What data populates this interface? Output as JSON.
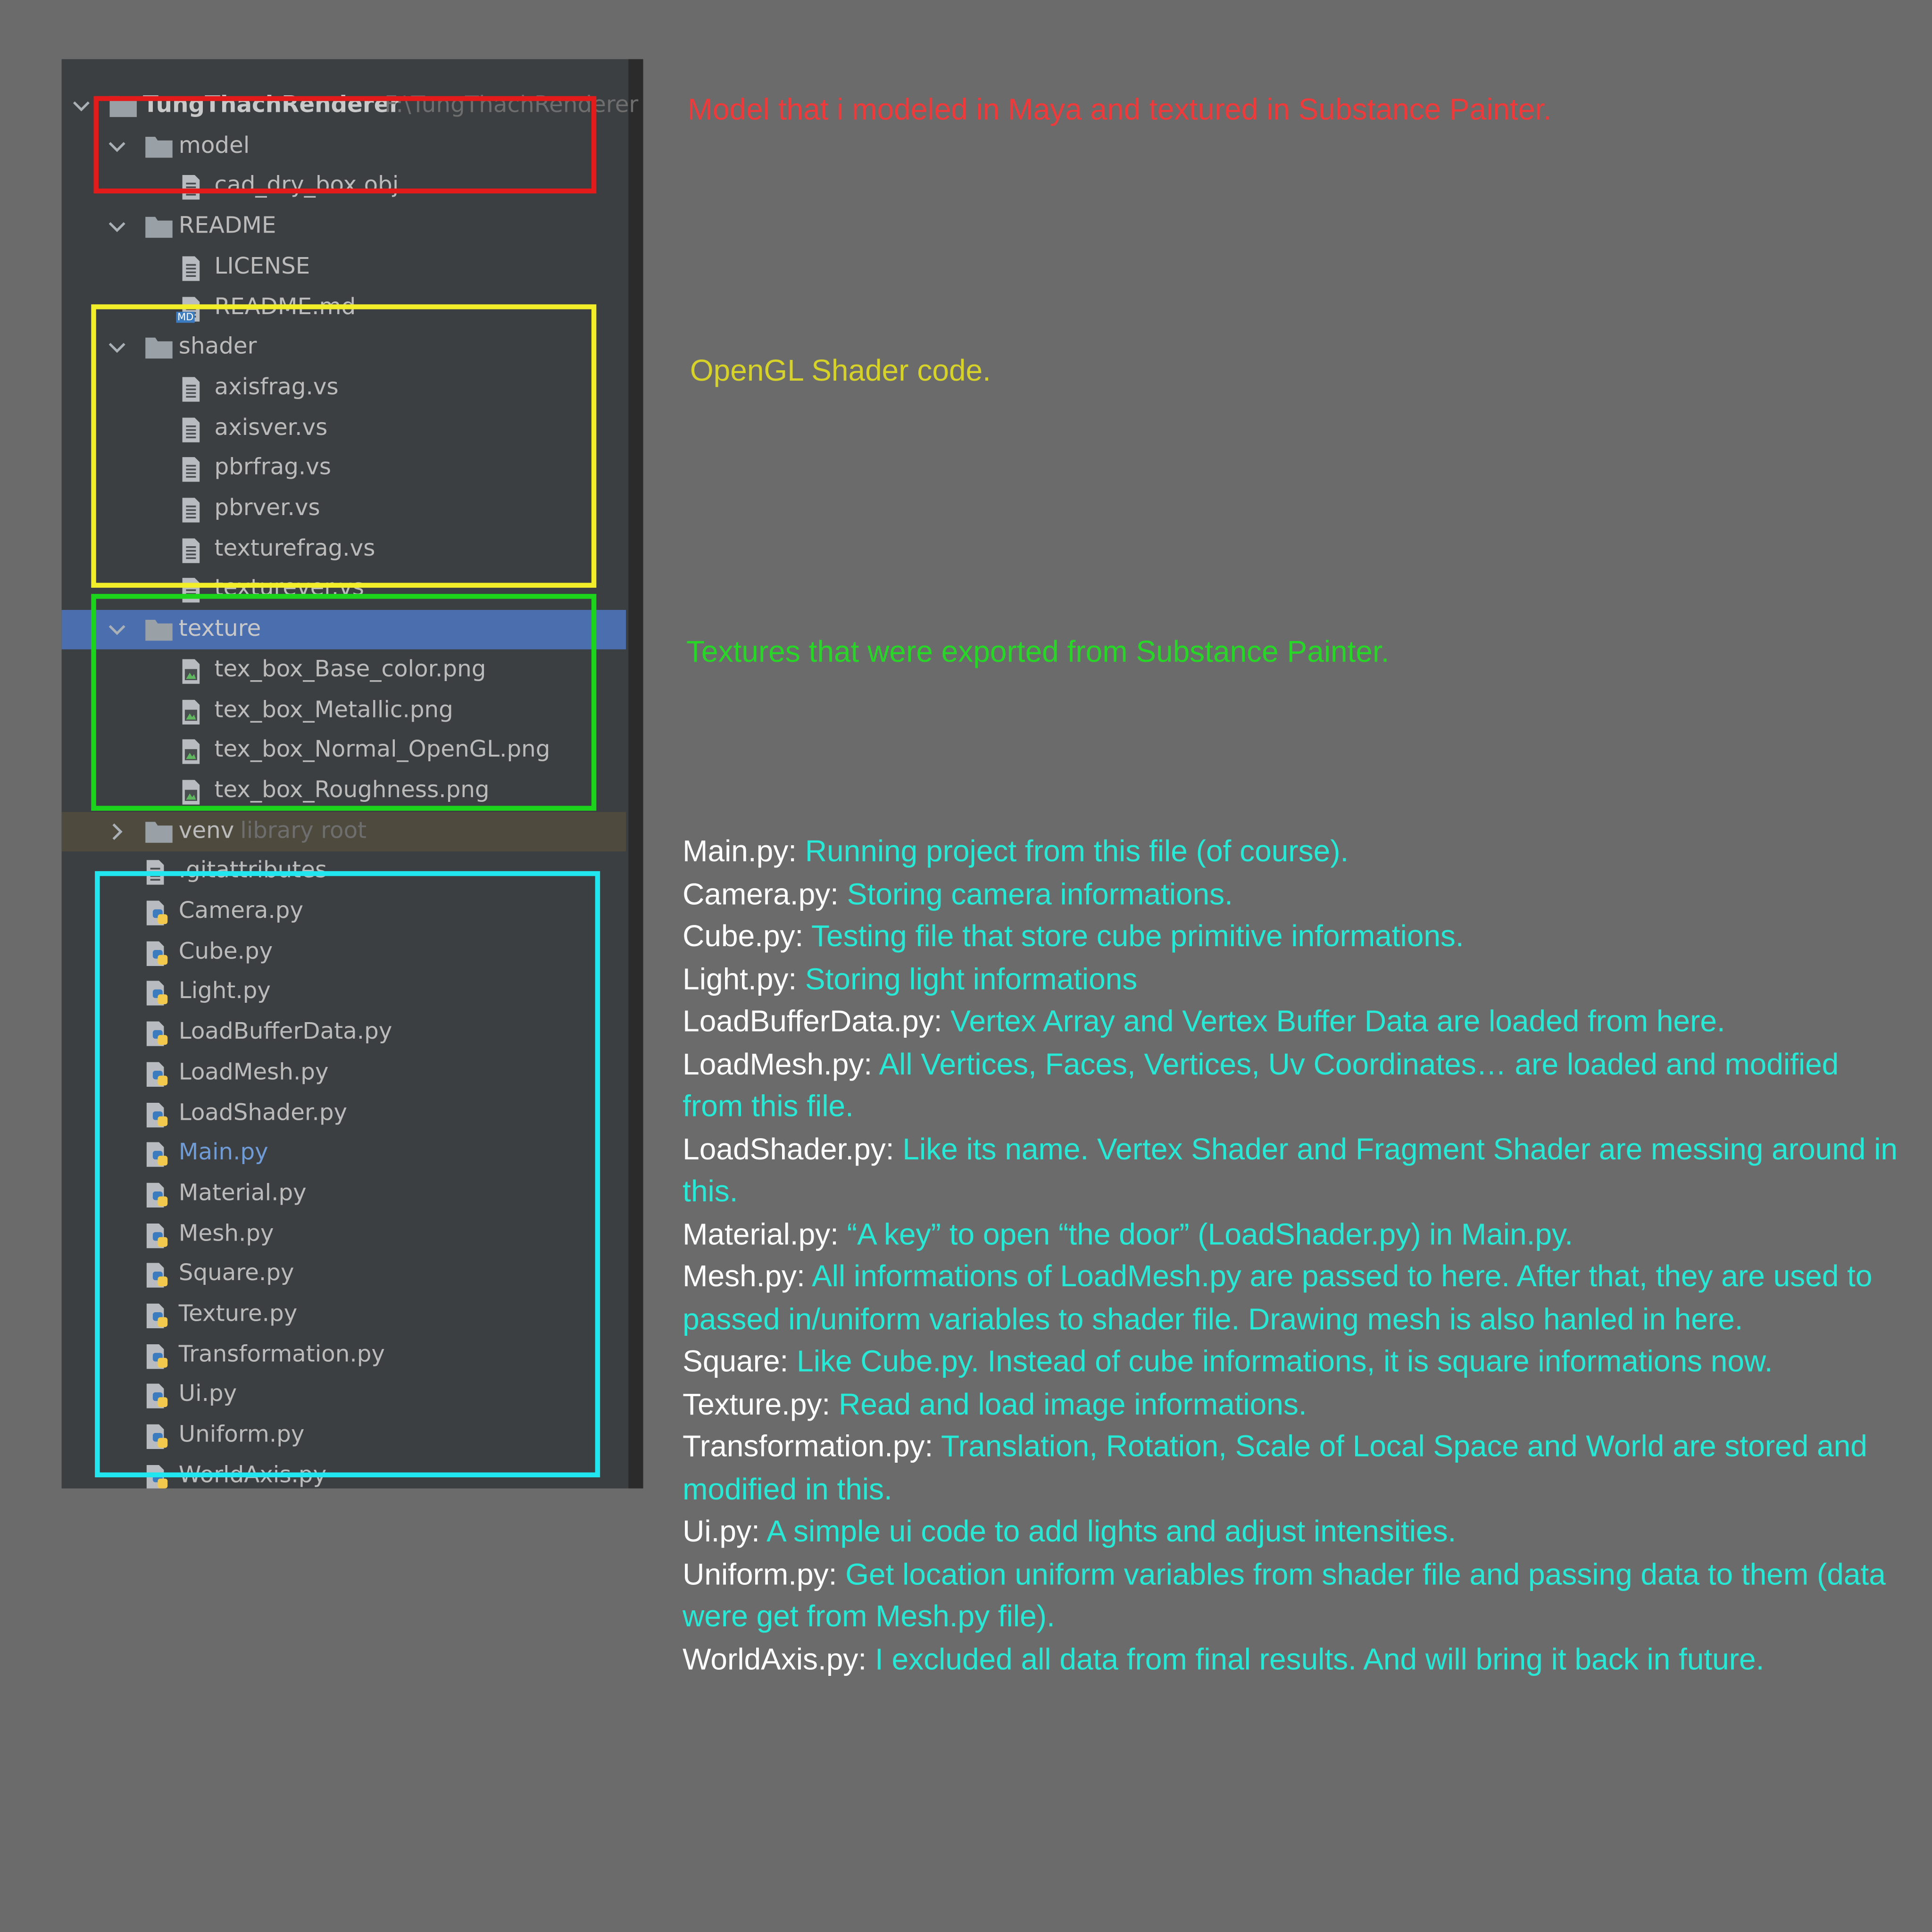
{
  "colors": {
    "page_bg": "#6b6b6b",
    "panel_bg": "#3c3f41",
    "selected_row": "#4b6eaf",
    "box_model": "#e31b1b",
    "box_shader": "#f2ee2a",
    "box_texture": "#1bd41b",
    "box_python": "#22e6ef",
    "note_model": "#ee3a3a",
    "note_shader": "#d6d22a",
    "note_texture": "#28d628",
    "desc_text": "#28e8d6"
  },
  "tree": {
    "root": {
      "name": "TungThachRenderer",
      "path": "F:\\TungThachRenderer"
    },
    "model": {
      "name": "model",
      "files": [
        "cad_dry_box.obj"
      ]
    },
    "readme": {
      "name": "README",
      "files": [
        "LICENSE",
        "README.md"
      ],
      "md_badge": "MD"
    },
    "shader": {
      "name": "shader",
      "files": [
        "axisfrag.vs",
        "axisver.vs",
        "pbrfrag.vs",
        "pbrver.vs",
        "texturefrag.vs",
        "texturever.vs"
      ]
    },
    "texture": {
      "name": "texture",
      "files": [
        "tex_box_Base_color.png",
        "tex_box_Metallic.png",
        "tex_box_Normal_OpenGL.png",
        "tex_box_Roughness.png"
      ]
    },
    "venv": {
      "name": "venv",
      "suffix": "library root"
    },
    "gitattributes": ".gitattributes",
    "python_files": [
      "Camera.py",
      "Cube.py",
      "Light.py",
      "LoadBufferData.py",
      "LoadMesh.py",
      "LoadShader.py",
      "Main.py",
      "Material.py",
      "Mesh.py",
      "Square.py",
      "Texture.py",
      "Transformation.py",
      "Ui.py",
      "Uniform.py",
      "WorldAxis.py"
    ]
  },
  "notes": {
    "model": "Model that i modeled in Maya and textured in Substance Painter.",
    "shader": "OpenGL Shader code.",
    "texture": "Textures that were exported from Substance Painter."
  },
  "descriptions": [
    {
      "file": "Main.py:",
      "text": "Running project from this file (of course)."
    },
    {
      "file": "Camera.py:",
      "text": "Storing camera informations."
    },
    {
      "file": "Cube.py:",
      "text": "Testing file that store cube primitive informations."
    },
    {
      "file": "Light.py:",
      "text": "Storing light informations"
    },
    {
      "file": "LoadBufferData.py:",
      "text": "Vertex Array and Vertex Buffer Data are loaded from here."
    },
    {
      "file": "LoadMesh.py:",
      "text": "All Vertices, Faces, Vertices, Uv Coordinates… are loaded and modified from this file."
    },
    {
      "file": "LoadShader.py:",
      "text": "Like its name. Vertex Shader and Fragment Shader are messing around in this."
    },
    {
      "file": "Material.py:",
      "text": "“A key” to open “the door” (LoadShader.py) in Main.py."
    },
    {
      "file": "Mesh.py:",
      "text": "All informations of LoadMesh.py are passed to here. After that, they are used to passed in/uniform variables to shader file. Drawing mesh is also hanled in here."
    },
    {
      "file": "Square:",
      "text": "Like Cube.py. Instead of cube informations, it is square informations now."
    },
    {
      "file": "Texture.py:",
      "text": "Read and load image informations."
    },
    {
      "file": "Transformation.py:",
      "text": "Translation, Rotation, Scale of Local Space and World are stored and modified in this."
    },
    {
      "file": "Ui.py:",
      "text": "A simple ui code to add lights and adjust intensities."
    },
    {
      "file": "Uniform.py:",
      "text": "Get location uniform variables from shader file and passing data to them (data were get from Mesh.py file)."
    },
    {
      "file": "WorldAxis.py:",
      "text": "I excluded all data from final results. And will bring it back in future."
    }
  ]
}
